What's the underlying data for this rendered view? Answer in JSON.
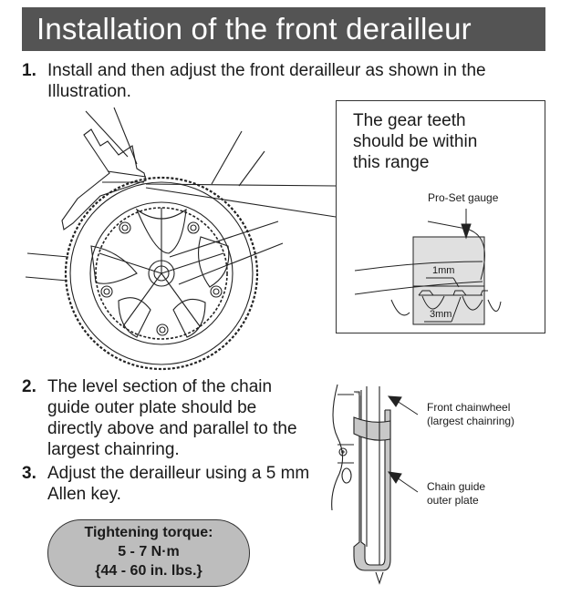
{
  "header": {
    "title": "Installation of the front derailleur"
  },
  "steps": [
    {
      "number": "1.",
      "text": "Install and then adjust the front derailleur as shown in the Illustration."
    },
    {
      "number": "2.",
      "text": "The level section of the chain guide outer plate should be directly above and parallel to the largest chainring."
    },
    {
      "number": "3.",
      "text": "Adjust the derailleur using a 5 mm Allen key."
    }
  ],
  "callout": {
    "heading": "The gear teeth should be within this range",
    "gauge_label": "Pro-Set gauge",
    "measure_small": "1mm",
    "measure_large": "3mm"
  },
  "side_view": {
    "label_chainwheel_line1": "Front chainwheel",
    "label_chainwheel_line2": "(largest chainring)",
    "label_plate_line1": "Chain guide",
    "label_plate_line2": "outer plate"
  },
  "torque": {
    "line1": "Tightening torque:",
    "line2": "5 - 7 N·m",
    "line3": "{44 - 60 in. lbs.}"
  },
  "colors": {
    "title_bg": "#545454",
    "gauge_fill": "#e0e0e0",
    "torque_fill": "#bdbdbd",
    "plate_fill": "#c8c8c8"
  }
}
